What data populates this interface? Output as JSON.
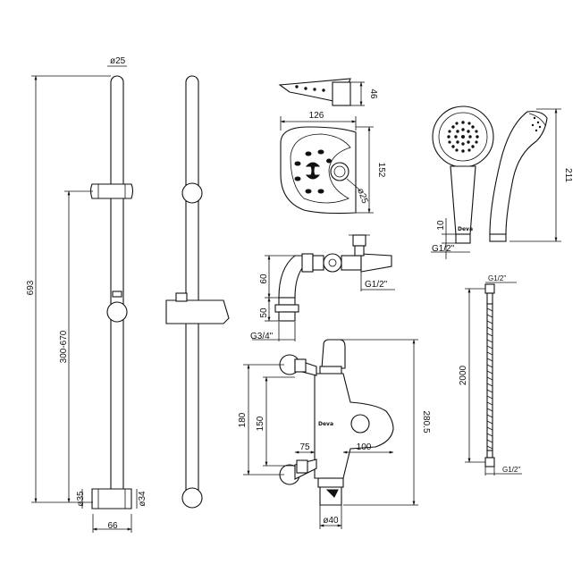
{
  "drawing": {
    "rail": {
      "dia_top": "ø25",
      "total_height": "693",
      "slider_range": "300-670",
      "bracket_dia": "ø35",
      "base_dia": "ø34",
      "base_width": "66"
    },
    "soap_dish": {
      "height": "46",
      "width": "126",
      "depth": "152",
      "hole_dia": "ø25"
    },
    "handset": {
      "height": "211",
      "thread_height": "10",
      "thread": "G1/2\"",
      "brand": "Deva"
    },
    "spout": {
      "height_a": "60",
      "height_b": "50",
      "inlet_thread": "G3/4\"",
      "outlet_thread": "G1/2\""
    },
    "valve": {
      "height_total": "280.5",
      "centers_outer": "180",
      "centers_inner": "150",
      "depth_a": "75",
      "depth_b": "100",
      "body_dia": "ø40",
      "brand": "Deva"
    },
    "hose": {
      "length": "2000",
      "thread_top": "G1/2\"",
      "thread_bottom": "G1/2\""
    }
  }
}
